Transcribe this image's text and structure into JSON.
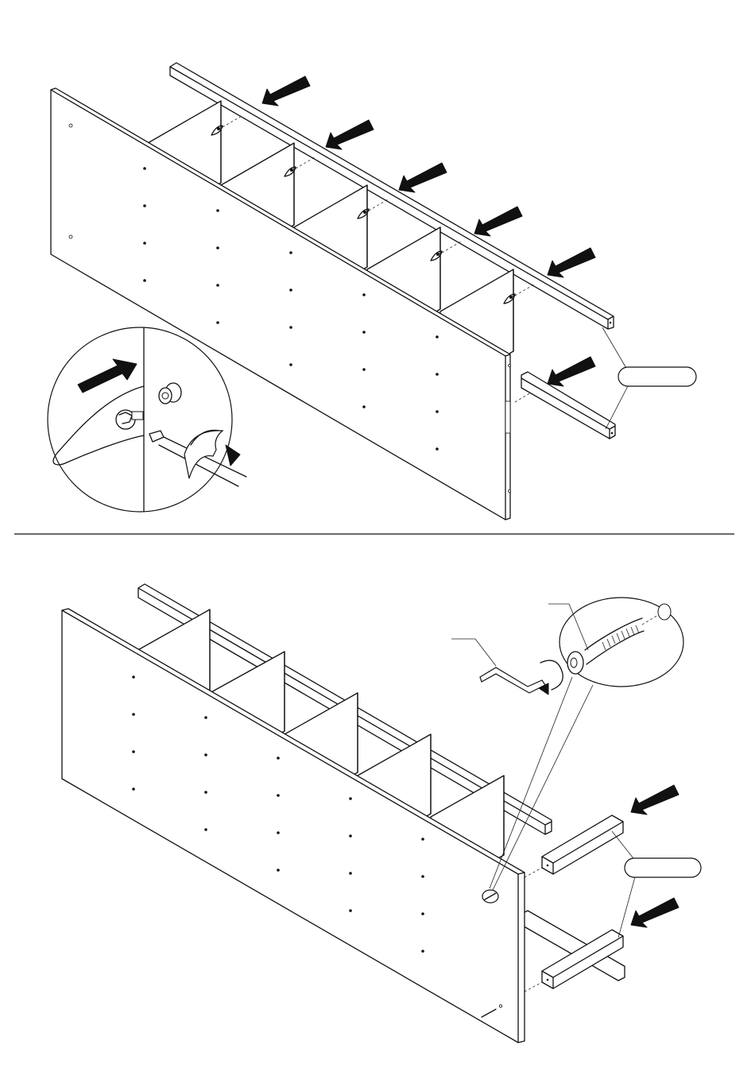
{
  "colors": {
    "line": "#111111",
    "background": "#ffffff",
    "arrow": "#111111"
  },
  "step_top": {
    "callout_label": "",
    "parts": [
      "side-panel",
      "shelf-dividers",
      "rail-upper",
      "rail-lower",
      "cam-lock-detail"
    ]
  },
  "step_bottom": {
    "callout_label": "",
    "parts": [
      "side-panel",
      "shelf-dividers",
      "rail-upper",
      "rail-lower",
      "bolt-detail",
      "hex-key"
    ]
  }
}
